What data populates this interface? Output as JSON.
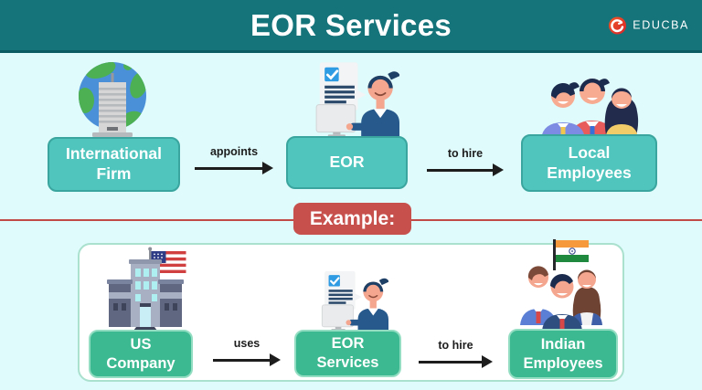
{
  "header": {
    "title": "EOR Services",
    "brand": "EDUCBA"
  },
  "top_flow": {
    "nodes": [
      {
        "label": "International Firm",
        "icon": "globe-building-icon"
      },
      {
        "label": "EOR",
        "icon": "person-computer-icon"
      },
      {
        "label": "Local Employees",
        "icon": "employees-group-icon"
      }
    ],
    "arrows": [
      {
        "label": "appoints"
      },
      {
        "label": "to hire"
      }
    ]
  },
  "example_section": {
    "badge": "Example:",
    "nodes": [
      {
        "label": "US Company",
        "icon": "us-building-flag-icon"
      },
      {
        "label": "EOR Services",
        "icon": "person-computer-icon"
      },
      {
        "label": "Indian Employees",
        "icon": "indian-employees-flag-icon"
      }
    ],
    "arrows": [
      {
        "label": "uses"
      },
      {
        "label": "to hire"
      }
    ]
  },
  "colors": {
    "header_bg": "#15737a",
    "page_bg": "#dffbfb",
    "top_box_fill": "#4fc5bd",
    "top_box_border": "#3aa59e",
    "example_box_fill": "#3db991",
    "example_box_border": "#93dec2",
    "accent_red": "#c7504d",
    "panel_bg": "#ffffff",
    "panel_border": "#a9e0ce",
    "arrow_color": "#1d1d1d",
    "brand_red": "#e8402a"
  }
}
